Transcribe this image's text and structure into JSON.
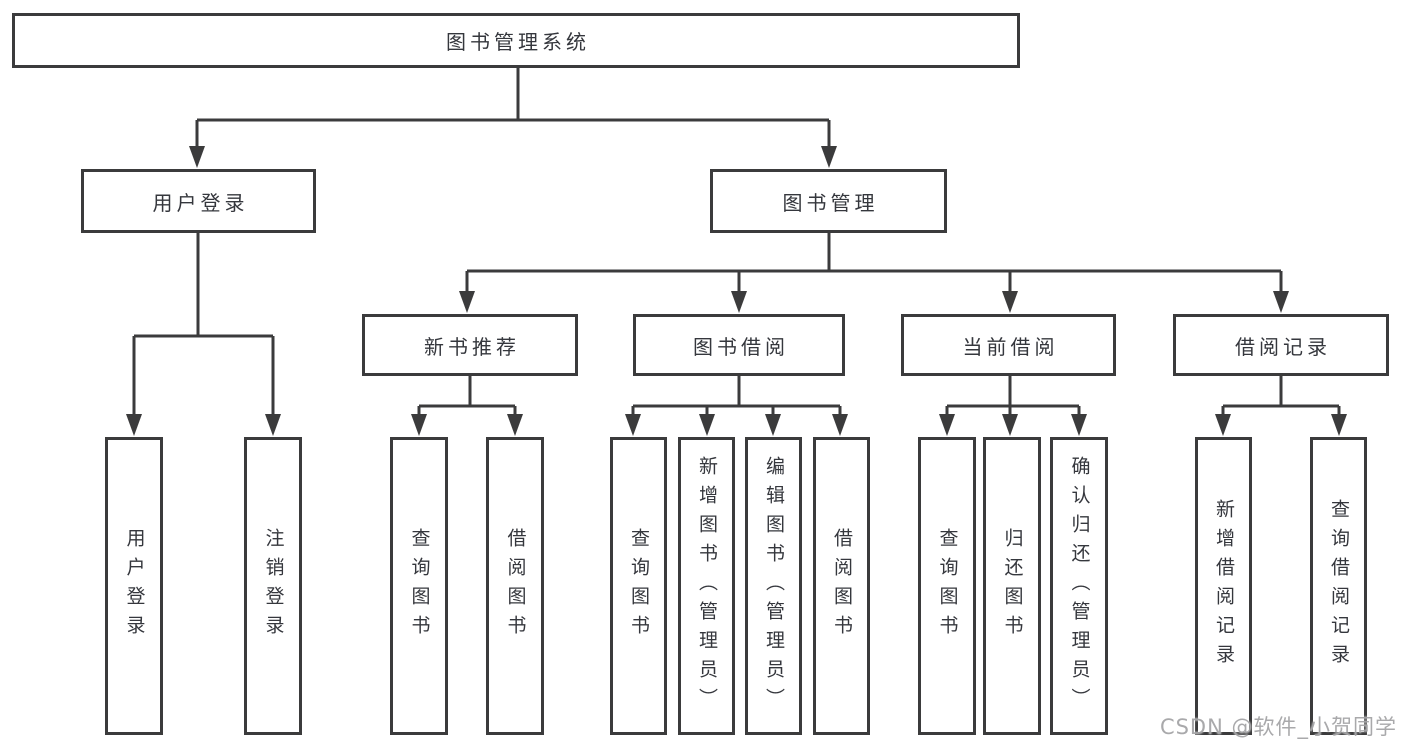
{
  "tree": {
    "label": "图书管理系统",
    "children": [
      {
        "label": "用户登录",
        "children": [
          {
            "label": "用户登录"
          },
          {
            "label": "注销登录"
          }
        ]
      },
      {
        "label": "图书管理",
        "children": [
          {
            "label": "新书推荐",
            "children": [
              {
                "label": "查询图书"
              },
              {
                "label": "借阅图书"
              }
            ]
          },
          {
            "label": "图书借阅",
            "children": [
              {
                "label": "查询图书"
              },
              {
                "label": "新增图书（管理员）"
              },
              {
                "label": "编辑图书（管理员）"
              },
              {
                "label": "借阅图书"
              }
            ]
          },
          {
            "label": "当前借阅",
            "children": [
              {
                "label": "查询图书"
              },
              {
                "label": "归还图书"
              },
              {
                "label": "确认归还（管理员）"
              }
            ]
          },
          {
            "label": "借阅记录",
            "children": [
              {
                "label": "新增借阅记录"
              },
              {
                "label": "查询借阅记录"
              }
            ]
          }
        ]
      }
    ]
  },
  "watermark": "CSDN @软件_小贺同学",
  "colors": {
    "line": "#3b3b3c",
    "text": "#35373d",
    "background": "#ffffff",
    "watermark": "#a2a2a4"
  }
}
